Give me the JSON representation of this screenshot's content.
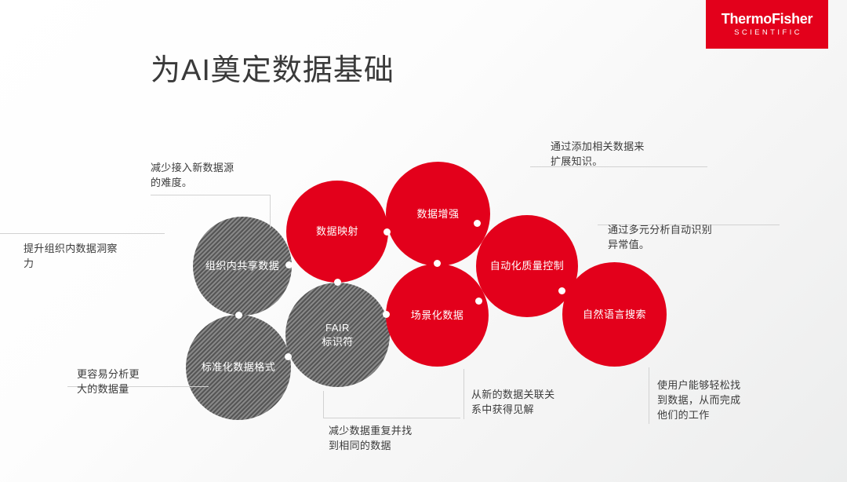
{
  "brand": {
    "primary": "ThermoFisher",
    "secondary": "SCIENTIFIC",
    "color": "#e3001b"
  },
  "slide": {
    "title": "为AI奠定数据基础",
    "background_color": "#f4f4f4",
    "text_color": "#3b3b3b"
  },
  "nodes": [
    {
      "id": "org-shared-data",
      "label": "组织内共享数据",
      "style": "gray"
    },
    {
      "id": "data-mapping",
      "label": "数据映射",
      "style": "red"
    },
    {
      "id": "data-enrichment",
      "label": "数据增强",
      "style": "red"
    },
    {
      "id": "auto-quality",
      "label": "自动化质量控制",
      "style": "red"
    },
    {
      "id": "nl-search",
      "label": "自然语言搜索",
      "style": "red"
    },
    {
      "id": "standard-format",
      "label": "标准化数据格式",
      "style": "gray"
    },
    {
      "id": "fair-id",
      "label": "FAIR\n标识符",
      "style": "gray"
    },
    {
      "id": "contextual-data",
      "label": "场景化数据",
      "style": "red"
    }
  ],
  "callouts": [
    {
      "id": "insight",
      "text": "提升组织内数据洞察\n力"
    },
    {
      "id": "onboarding",
      "text": "减少接入新数据源\n的难度。"
    },
    {
      "id": "knowledge",
      "text": "通过添加相关数据来\n扩展知识。"
    },
    {
      "id": "outliers",
      "text": "通过多元分析自动识别\n异常值。"
    },
    {
      "id": "volume",
      "text": "更容易分析更\n大的数据量"
    },
    {
      "id": "dedup",
      "text": "减少数据重复并找\n到相同的数据"
    },
    {
      "id": "relations",
      "text": "从新的数据关联关\n系中获得见解"
    },
    {
      "id": "findability",
      "text": "使用户能够轻松找\n到数据，从而完成\n他们的工作"
    }
  ]
}
